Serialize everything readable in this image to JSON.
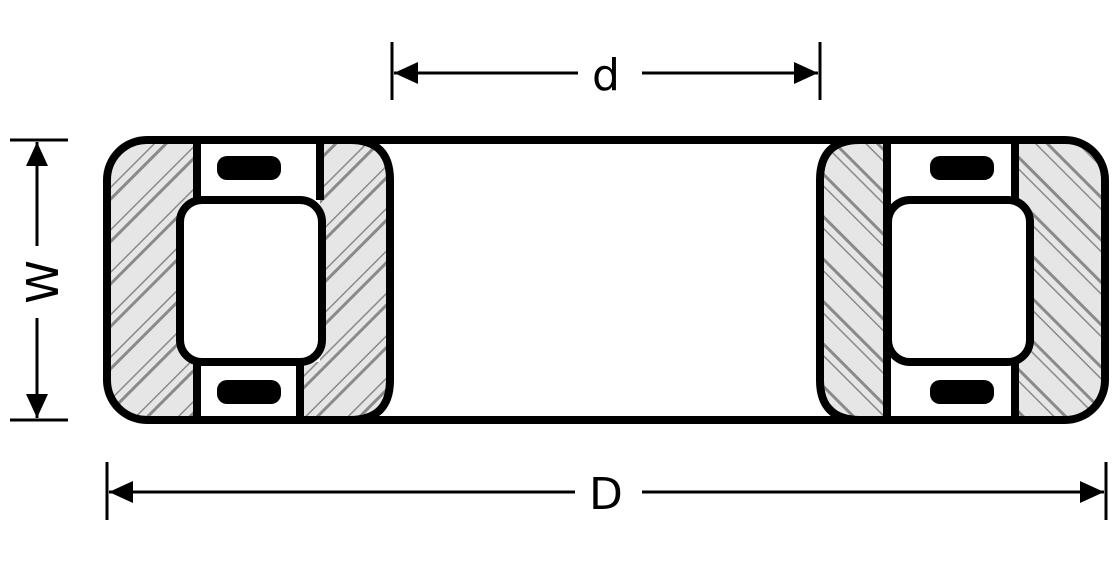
{
  "labels": {
    "inner_diameter": "d",
    "outer_diameter": "D",
    "width": "W"
  },
  "colors": {
    "outline": "#000000",
    "section_fill": "#e6e6e6",
    "hatch": "#8a8a8a",
    "background": "#ffffff"
  }
}
